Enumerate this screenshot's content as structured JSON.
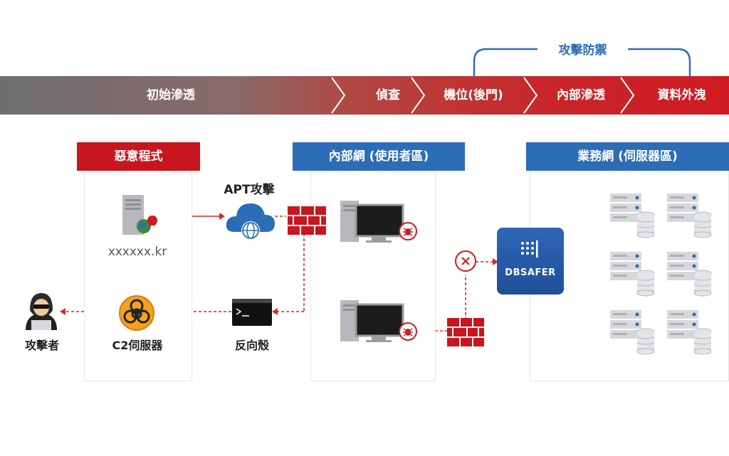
{
  "defense_label": "攻擊防禦",
  "stages": [
    "初始滲透",
    "偵查",
    "機位(後門)",
    "內部滲透",
    "資料外洩"
  ],
  "sections": {
    "malware": "惡意程式",
    "internal": "內部網 (使用者區)",
    "business": "業務網 (伺服器區)"
  },
  "nodes": {
    "domain": "xxxxxx.kr",
    "apt": "APT攻擊",
    "attacker": "攻擊者",
    "c2": "C2伺服器",
    "reverse_shell": "反向殼",
    "dbsafer": "DBSAFER"
  },
  "colors": {
    "red": "#c8161e",
    "blue": "#2b6db7",
    "band_gray": "#6d6e70"
  }
}
